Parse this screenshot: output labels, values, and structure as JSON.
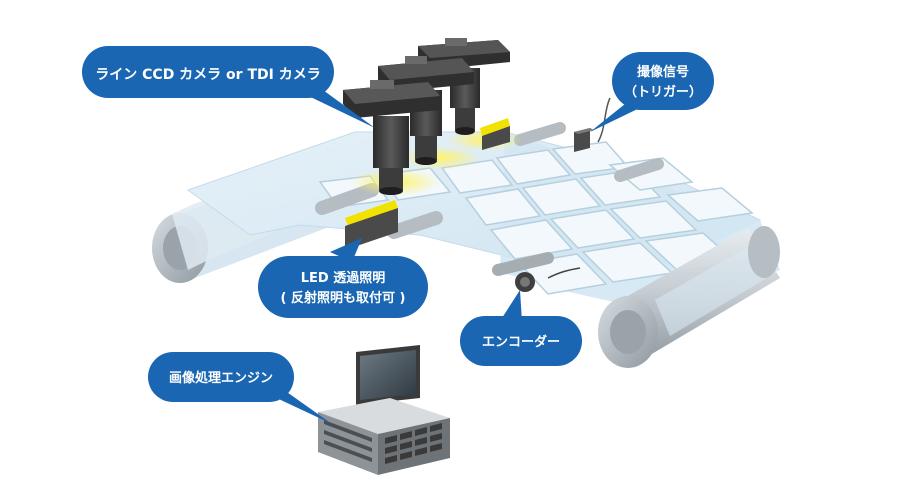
{
  "labels": {
    "camera": "ライン CCD カメラ or TDI カメラ",
    "trigger_line1": "撮像信号",
    "trigger_line2": "（トリガー）",
    "led_line1": "LED 透過照明",
    "led_line2": "( 反射照明も取付可 )",
    "encoder": "エンコーダー",
    "processor": "画像処理エンジン"
  },
  "colors": {
    "bubble": "#1a66b3",
    "film": "#d7eaf6",
    "film_grid": "#f4f9fd",
    "roller": "#c6cdd3",
    "camera_body": "#3b3b3b",
    "led_glow": "#ffe800"
  }
}
